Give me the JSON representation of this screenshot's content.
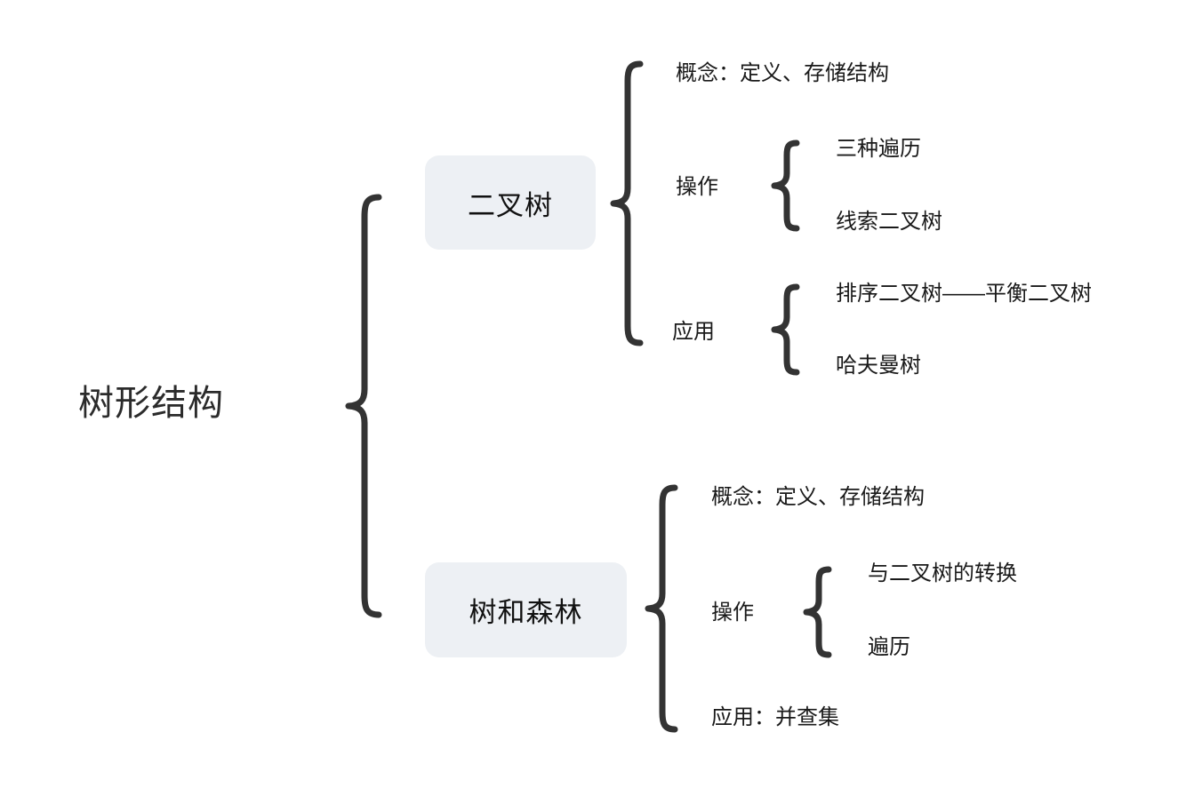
{
  "diagram": {
    "type": "mindmap",
    "title": "树形结构",
    "colors": {
      "background": "#ffffff",
      "brace_stroke": "#333333",
      "node_box_fill": "#edf0f4",
      "text": "#1a1a1a",
      "root_text": "#2b2b2b"
    },
    "root": {
      "label": "树形结构"
    },
    "branches": [
      {
        "label": "二叉树",
        "children": [
          {
            "label": "概念：定义、存储结构",
            "children": []
          },
          {
            "label": "操作",
            "children": [
              {
                "label": "三种遍历"
              },
              {
                "label": "线索二叉树"
              }
            ]
          },
          {
            "label": "应用",
            "children": [
              {
                "label": "排序二叉树——平衡二叉树"
              },
              {
                "label": "哈夫曼树"
              }
            ]
          }
        ]
      },
      {
        "label": "树和森林",
        "children": [
          {
            "label": "概念：定义、存储结构",
            "children": []
          },
          {
            "label": "操作",
            "children": [
              {
                "label": "与二叉树的转换"
              },
              {
                "label": "遍历"
              }
            ]
          },
          {
            "label": "应用：并查集",
            "children": []
          }
        ]
      }
    ]
  }
}
